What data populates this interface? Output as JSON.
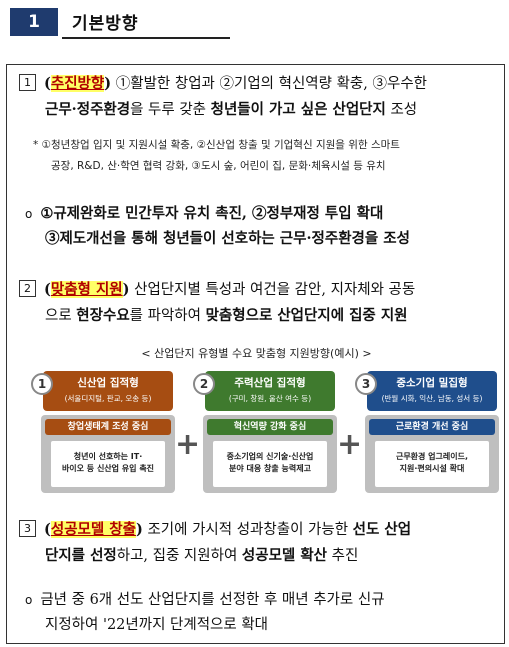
{
  "header": {
    "number": "1",
    "title": "기본방향"
  },
  "section1": {
    "num": "1",
    "tag": "추진방향",
    "line1_pre": "",
    "line1": " ①활발한 창업과 ②기업의 혁신역량 확충, ③우수한",
    "line2_a": "근무·정주환경",
    "line2_b": "을 두루 갖춘 ",
    "line2_c": "청년들이 가고 싶은 산업단지",
    "line2_d": " 조성",
    "note1": "* ①청년창업 입지 및 지원시설 확충, ②신산업 창출 및 기업혁신 지원을 위한 스마트",
    "note2": "공장, R&D, 산·학연 협력 강화, ③도시 숲, 어린이 집, 문화·체육시설 등 유치",
    "bullet_line1": "①규제완화로 민간투자 유치 촉진, ②정부재정 투입 확대",
    "bullet_line2_a": "③제도개선을 통해 청년들이 선호하는 ",
    "bullet_line2_b": "근무·정주환경",
    "bullet_line2_c": "을 조성"
  },
  "section2": {
    "num": "2",
    "tag": "맞춤형 지원",
    "line1": " 산업단지별 특성과 여건을 감안, 지자체와 공동",
    "line2_a": "으로 ",
    "line2_b": "현장수요",
    "line2_c": "를 파악하여 ",
    "line2_d": "맞춤형으로 산업단지에 집중 지원",
    "diagram_title": "< 산업단지 유형별 수요 맞춤형 지원방향(예시) >",
    "cards": [
      {
        "num": "1",
        "title": "신산업 집적형",
        "sub": "(서울디지털, 판교, 오송 등)",
        "bar": "창업생태계 조성 중심",
        "inner": "청년이 선호하는 IT·\n바이오 등 신산업 유입 촉진"
      },
      {
        "num": "2",
        "title": "주력산업 집적형",
        "sub": "(구미, 창원, 울산 여수 등)",
        "bar": "혁신역량 강화 중심",
        "inner": "중소기업의 신기술·신산업\n분야 대응 창출 능력제고"
      },
      {
        "num": "3",
        "title": "중소기업 밀집형",
        "sub": "(반월 시화, 익산, 남동, 성서 등)",
        "bar": "근로환경 개선 중심",
        "inner": "근무환경 업그레이드,\n지원·편의시설 확대"
      }
    ],
    "plus": "+"
  },
  "section3": {
    "num": "3",
    "tag": "성공모델 창출",
    "line1_a": " 조기에 가시적 성과창출이 가능한 ",
    "line1_b": "선도 산업",
    "line2_a": "단지를 선정",
    "line2_b": "하고, 집중 지원하여 ",
    "line2_c": "성공모델 확산",
    "line2_d": " 추진",
    "bullet_line1": "금년 중 6개 선도 산업단지를 선정한 후 매년 추가로 신규",
    "bullet_line2": "지정하여 '22년까지 단계적으로 확대"
  },
  "colors": {
    "header_bg": "#1f3b6e",
    "tag_bg": "#ffff66",
    "tag_text": "#b00000",
    "card1": "#a64d12",
    "card2": "#3f7a2e",
    "card3": "#1f4e8c",
    "card_body": "#bfbfbf"
  }
}
